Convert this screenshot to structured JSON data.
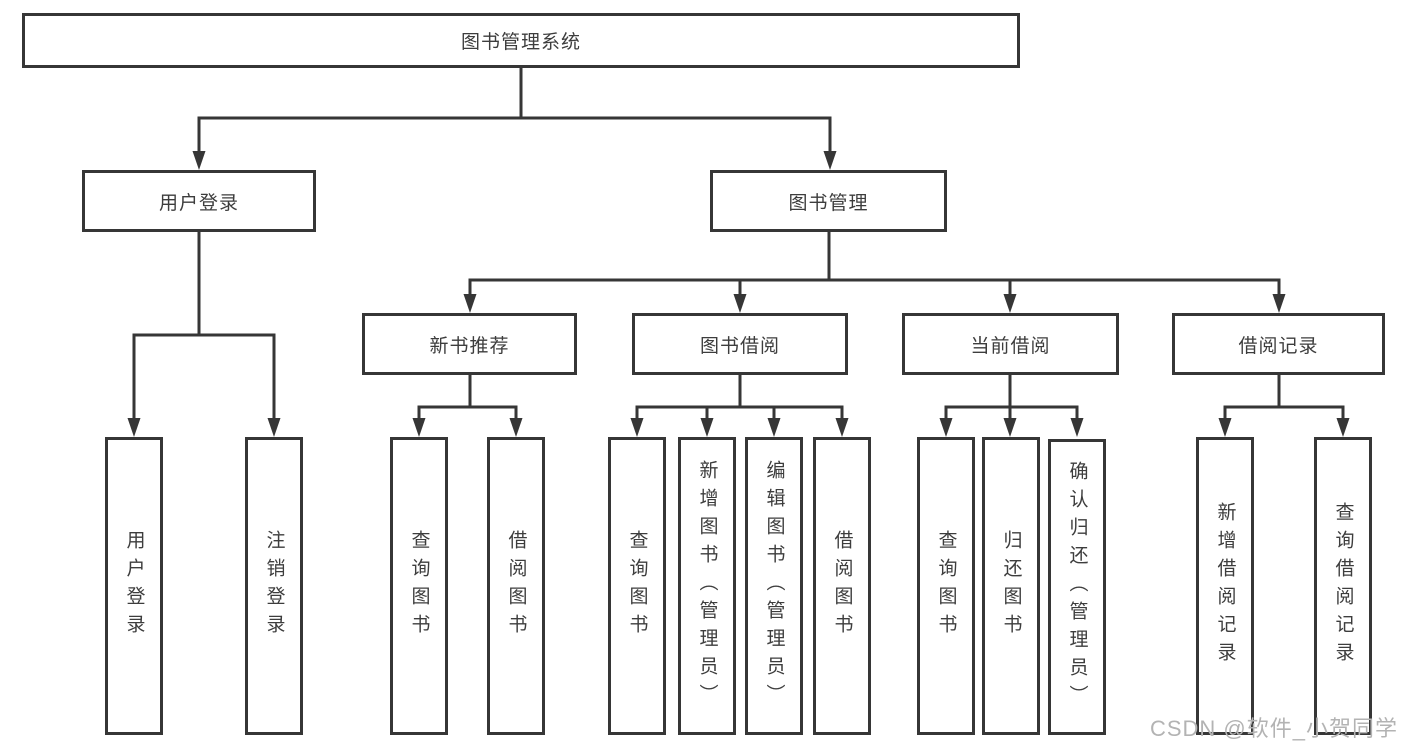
{
  "diagram": {
    "nodes": {
      "root": {
        "label": "图书管理系统"
      },
      "user_login": {
        "label": "用户登录"
      },
      "book_mgmt": {
        "label": "图书管理"
      },
      "leaf_user_login": {
        "label": "用户登录"
      },
      "leaf_logout": {
        "label": "注销登录"
      },
      "new_book_rec": {
        "label": "新书推荐"
      },
      "book_borrow": {
        "label": "图书借阅"
      },
      "current_borrow": {
        "label": "当前借阅"
      },
      "borrow_record": {
        "label": "借阅记录"
      },
      "nb_query": {
        "label": "查询图书"
      },
      "nb_borrow": {
        "label": "借阅图书"
      },
      "bb_query": {
        "label": "查询图书"
      },
      "bb_add": {
        "label": "新增图书（管理员）"
      },
      "bb_edit": {
        "label": "编辑图书（管理员）"
      },
      "bb_borrow": {
        "label": "借阅图书"
      },
      "cb_query": {
        "label": "查询图书"
      },
      "cb_return": {
        "label": "归还图书"
      },
      "cb_confirm": {
        "label": "确认归还（管理员）"
      },
      "br_add": {
        "label": "新增借阅记录"
      },
      "br_query": {
        "label": "查询借阅记录"
      }
    },
    "edges": [
      [
        "图书管理系统",
        "用户登录"
      ],
      [
        "图书管理系统",
        "图书管理"
      ],
      [
        "用户登录",
        "用户登录"
      ],
      [
        "用户登录",
        "注销登录"
      ],
      [
        "图书管理",
        "新书推荐"
      ],
      [
        "图书管理",
        "图书借阅"
      ],
      [
        "图书管理",
        "当前借阅"
      ],
      [
        "图书管理",
        "借阅记录"
      ],
      [
        "新书推荐",
        "查询图书"
      ],
      [
        "新书推荐",
        "借阅图书"
      ],
      [
        "图书借阅",
        "查询图书"
      ],
      [
        "图书借阅",
        "新增图书（管理员）"
      ],
      [
        "图书借阅",
        "编辑图书（管理员）"
      ],
      [
        "图书借阅",
        "借阅图书"
      ],
      [
        "当前借阅",
        "查询图书"
      ],
      [
        "当前借阅",
        "归还图书"
      ],
      [
        "当前借阅",
        "确认归还（管理员）"
      ],
      [
        "借阅记录",
        "新增借阅记录"
      ],
      [
        "借阅记录",
        "查询借阅记录"
      ]
    ],
    "line_color": "#363636"
  },
  "watermark": "CSDN @软件_小贺同学"
}
